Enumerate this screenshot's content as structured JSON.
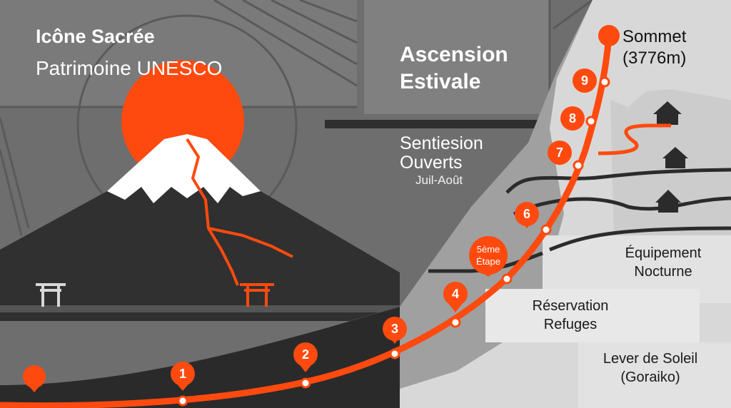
{
  "header": {
    "title": "Icône Sacrée",
    "subtitle": "Patrimoine UNESCO"
  },
  "season": {
    "line1": "Ascension",
    "line2": "Estivale"
  },
  "trails": {
    "line1": "Sentiesion",
    "line2": "Ouverts",
    "period": "Juil-Août"
  },
  "summit": {
    "label": "Sommet",
    "altitude": "(3776m)"
  },
  "stations": [
    {
      "label": "1"
    },
    {
      "label": "2"
    },
    {
      "label": "3"
    },
    {
      "label": "4"
    },
    {
      "label": "5ème Étape",
      "line1": "5ème",
      "line2": "Étape"
    },
    {
      "label": "6"
    },
    {
      "label": "7"
    },
    {
      "label": "8"
    },
    {
      "label": "9"
    }
  ],
  "tips": {
    "equipment": {
      "line1": "Équipement",
      "line2": "Nocturne"
    },
    "booking": {
      "line1": "Réservation",
      "line2": "Refuges"
    },
    "sunrise": {
      "line1": "Lever de Soleil",
      "line2": "(Goraiko)"
    }
  },
  "colors": {
    "accent": "#ff4a0f",
    "dark": "#303030",
    "mid_gray": "#8a8a8a",
    "light_gray": "#d2d2d2",
    "snow": "#ffffff"
  }
}
